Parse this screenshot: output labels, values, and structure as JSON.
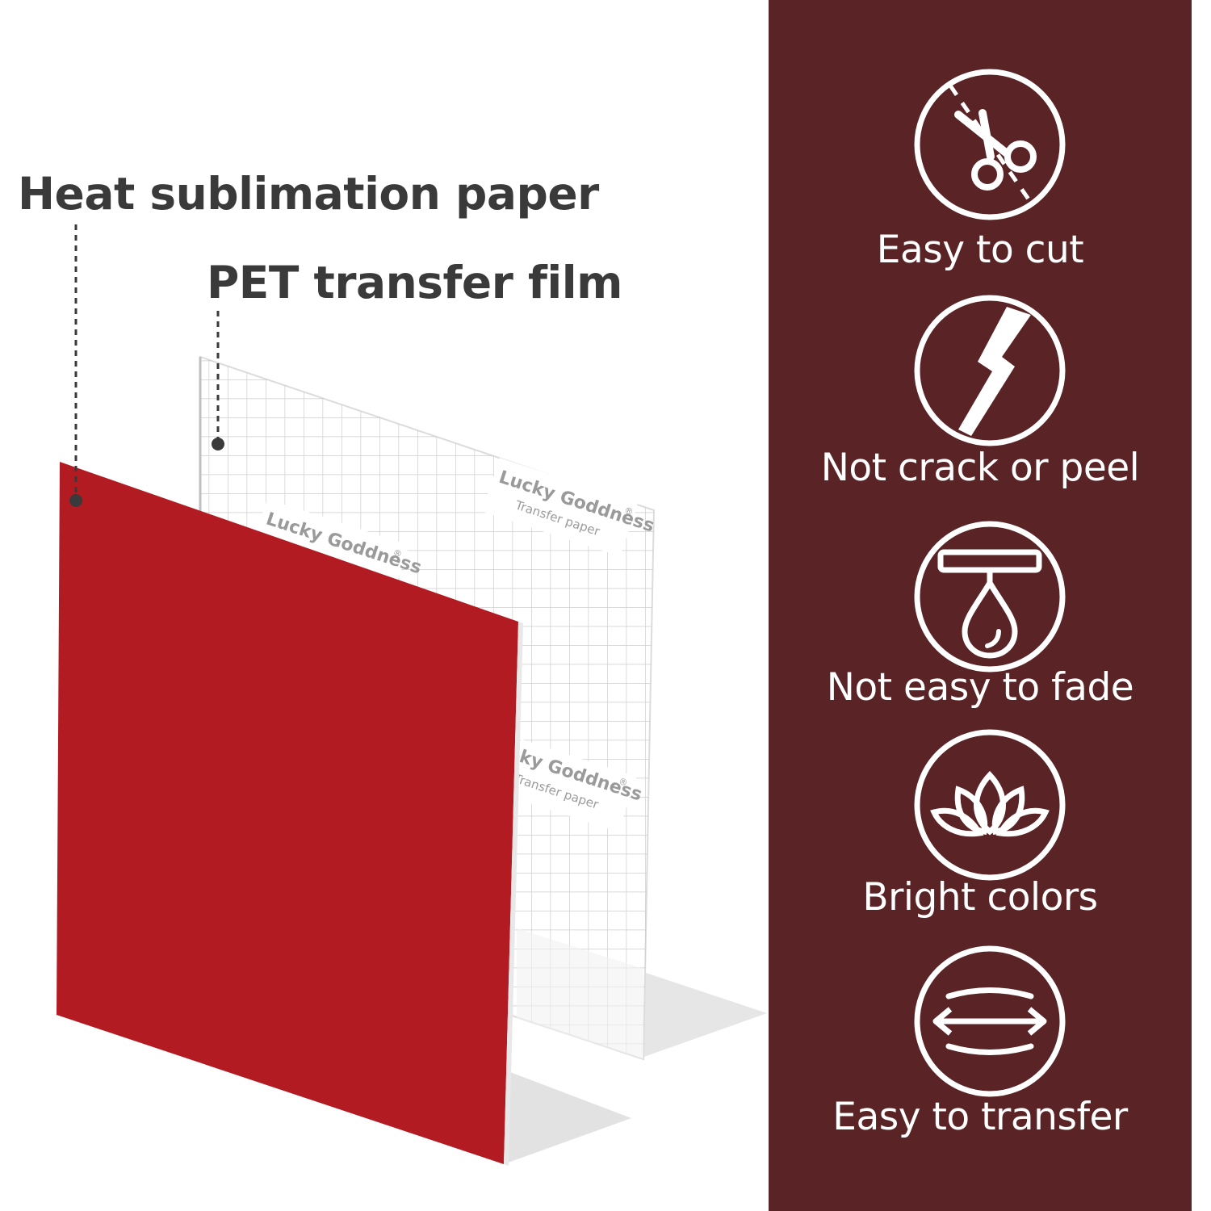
{
  "labels": {
    "heat_paper": "Heat sublimation paper",
    "pet_film": "PET transfer film"
  },
  "film_branding": {
    "brand": "Lucky Goddness",
    "registered_mark": "®",
    "subtitle": "Transfer paper",
    "partial_brand": "ky Goddness"
  },
  "colors": {
    "sublimation_paper": "#b31b23",
    "panel_background": "#5a2325",
    "label_text": "#3a3a3a",
    "feature_text": "#ffffff"
  },
  "features": [
    {
      "icon": "scissors-icon",
      "label": "Easy to cut"
    },
    {
      "icon": "crack-icon",
      "label": "Not crack or peel"
    },
    {
      "icon": "ink-drop-icon",
      "label": "Not easy to fade"
    },
    {
      "icon": "lotus-petals-icon",
      "label": "Bright colors"
    },
    {
      "icon": "stretch-arrows-icon",
      "label": "Easy to transfer"
    }
  ]
}
